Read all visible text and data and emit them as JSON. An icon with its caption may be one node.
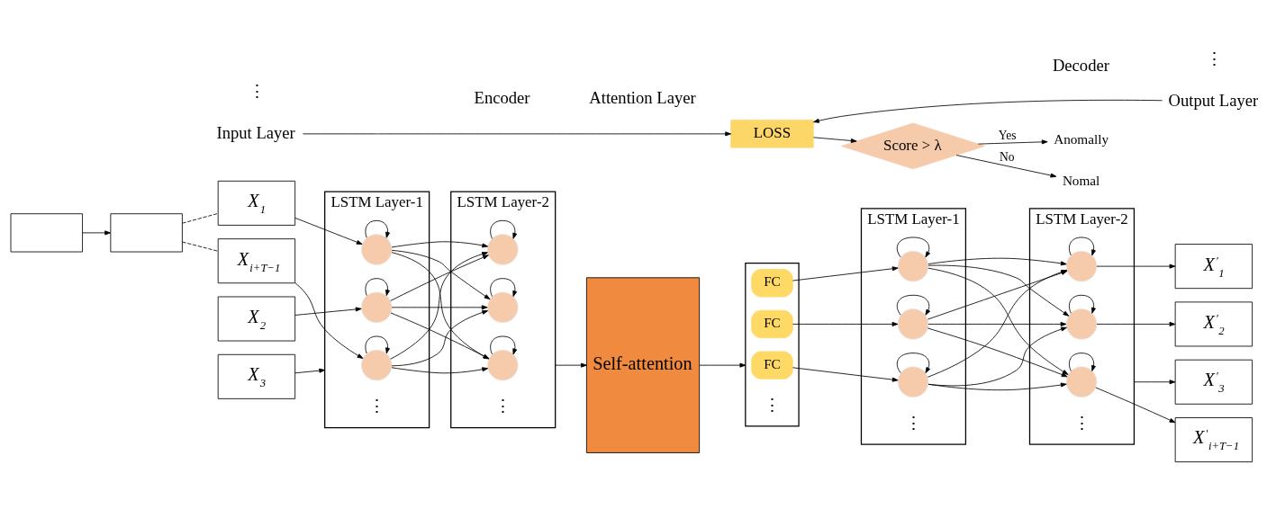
{
  "diagram": {
    "nodes": [
      {
        "text": [],
        "shape": "box"
      },
      {
        "text": [],
        "shape": "box"
      },
      {
        "text": [
          "X$_{1}$"
        ]
      },
      {
        "text": [
          "X$_{2}$"
        ]
      },
      {
        "text": [
          "X$_{3}$"
        ]
      },
      {
        "text": [
          "X$_{i+T−1}$"
        ]
      },
      {
        "text": [
          "Input Layer"
        ]
      },
      {
        "text": [
          "LSTM Layer-1"
        ]
      },
      {
        "text": [],
        "shape": "circle",
        "in": 7
      },
      {
        "text": [],
        "shape": "circle",
        "in": 7
      },
      {
        "text": [],
        "shape": "circle",
        "in": 7
      },
      {
        "text": [
          "LSTM Layer-2"
        ]
      },
      {
        "text": [],
        "shape": "circle",
        "in": 11
      },
      {
        "text": [],
        "shape": "circle",
        "in": 11
      },
      {
        "text": [],
        "shape": "circle",
        "in": 11
      },
      {
        "text": [
          "Self-attention"
        ]
      },
      {
        "text": [],
        "shape": "box"
      },
      {
        "text": [
          "FC"
        ],
        "in": 16
      },
      {
        "text": [
          "FC"
        ],
        "in": 16
      },
      {
        "text": [
          "FC"
        ],
        "in": 16
      },
      {
        "text": [
          "LSTM Layer-1"
        ]
      },
      {
        "text": [],
        "shape": "circle",
        "in": 20
      },
      {
        "text": [],
        "shape": "circle",
        "in": 20
      },
      {
        "text": [],
        "shape": "circle",
        "in": 20
      },
      {
        "text": [
          "LSTM Layer-2"
        ]
      },
      {
        "text": [],
        "shape": "circle",
        "in": 24
      },
      {
        "text": [],
        "shape": "circle",
        "in": 24
      },
      {
        "text": [],
        "shape": "circle",
        "in": 24
      },
      {
        "text": [
          "X$^{'}$$_{1}$"
        ]
      },
      {
        "text": [
          "X$^{'}$$_{2}$"
        ]
      },
      {
        "text": [
          "X$^{'}$$_{3}$"
        ]
      },
      {
        "text": [
          "X$^{'}$$_{i+T−1}$"
        ]
      },
      {
        "text": [
          "Output Layer"
        ]
      },
      {
        "text": [
          "LOSS"
        ]
      },
      {
        "text": [
          "Score > λ"
        ]
      },
      {
        "text": [
          "Anomally"
        ]
      },
      {
        "text": [
          "Nomal"
        ]
      }
    ],
    "edges": [
      {
        "from": 0,
        "to": 1,
        "arrow": "to"
      },
      {
        "from": 1,
        "to": 2,
        "arrow": "none",
        "style": "dashed"
      },
      {
        "from": 1,
        "to": 5,
        "arrow": "none",
        "style": "dashed"
      },
      {
        "from": 2,
        "to": 8,
        "arrow": "to"
      },
      {
        "from": 3,
        "to": 9,
        "arrow": "to"
      },
      {
        "from": 4,
        "to": 7,
        "arrow": "to"
      },
      {
        "from": 5,
        "to": 10,
        "arrow": "to"
      },
      {
        "from": 8,
        "to": 8,
        "arrow": "to"
      },
      {
        "from": 9,
        "to": 9,
        "arrow": "to"
      },
      {
        "from": 10,
        "to": 10,
        "arrow": "to"
      },
      {
        "from": 12,
        "to": 12,
        "arrow": "to"
      },
      {
        "from": 13,
        "to": 13,
        "arrow": "to"
      },
      {
        "from": 14,
        "to": 14,
        "arrow": "to"
      },
      {
        "from": 8,
        "to": 12,
        "arrow": "to"
      },
      {
        "from": 8,
        "to": 13,
        "arrow": "to"
      },
      {
        "from": 8,
        "to": 14,
        "arrow": "to"
      },
      {
        "from": 9,
        "to": 12,
        "arrow": "to"
      },
      {
        "from": 9,
        "to": 13,
        "arrow": "to"
      },
      {
        "from": 9,
        "to": 14,
        "arrow": "to"
      },
      {
        "from": 10,
        "to": 12,
        "arrow": "to"
      },
      {
        "from": 10,
        "to": 13,
        "arrow": "to"
      },
      {
        "from": 10,
        "to": 14,
        "arrow": "to"
      },
      {
        "from": 11,
        "to": 15,
        "arrow": "to"
      },
      {
        "from": 15,
        "to": 16,
        "arrow": "to"
      },
      {
        "from": 17,
        "to": 21,
        "arrow": "to"
      },
      {
        "from": 18,
        "to": 22,
        "arrow": "to"
      },
      {
        "from": 19,
        "to": 23,
        "arrow": "to"
      },
      {
        "from": 21,
        "to": 21,
        "arrow": "to"
      },
      {
        "from": 22,
        "to": 22,
        "arrow": "to"
      },
      {
        "from": 23,
        "to": 23,
        "arrow": "to"
      },
      {
        "from": 25,
        "to": 25,
        "arrow": "to"
      },
      {
        "from": 26,
        "to": 26,
        "arrow": "to"
      },
      {
        "from": 27,
        "to": 27,
        "arrow": "to"
      },
      {
        "from": 21,
        "to": 25,
        "arrow": "to"
      },
      {
        "from": 21,
        "to": 26,
        "arrow": "to"
      },
      {
        "from": 21,
        "to": 27,
        "arrow": "to"
      },
      {
        "from": 22,
        "to": 25,
        "arrow": "to"
      },
      {
        "from": 22,
        "to": 26,
        "arrow": "to"
      },
      {
        "from": 22,
        "to": 27,
        "arrow": "to"
      },
      {
        "from": 23,
        "to": 25,
        "arrow": "to"
      },
      {
        "from": 23,
        "to": 26,
        "arrow": "to"
      },
      {
        "from": 23,
        "to": 27,
        "arrow": "to"
      },
      {
        "from": 25,
        "to": 28,
        "arrow": "to"
      },
      {
        "from": 26,
        "to": 29,
        "arrow": "to"
      },
      {
        "from": 24,
        "to": 30,
        "arrow": "to"
      },
      {
        "from": 27,
        "to": 31,
        "arrow": "to"
      },
      {
        "from": 6,
        "to": 33,
        "arrow": "to"
      },
      {
        "from": 32,
        "to": 33,
        "arrow": "to"
      },
      {
        "from": 33,
        "to": 34,
        "arrow": "to"
      },
      {
        "from": 34,
        "to": 35,
        "label": "Yes",
        "arrow": "to"
      },
      {
        "from": 34,
        "to": 36,
        "label": "No",
        "arrow": "to"
      }
    ],
    "labels": [
      "⋮",
      "⋮",
      "⋮",
      "⋮",
      "⋮",
      "⋮",
      "⋮",
      "Encoder",
      "Attention Layer",
      "Decoder"
    ]
  }
}
